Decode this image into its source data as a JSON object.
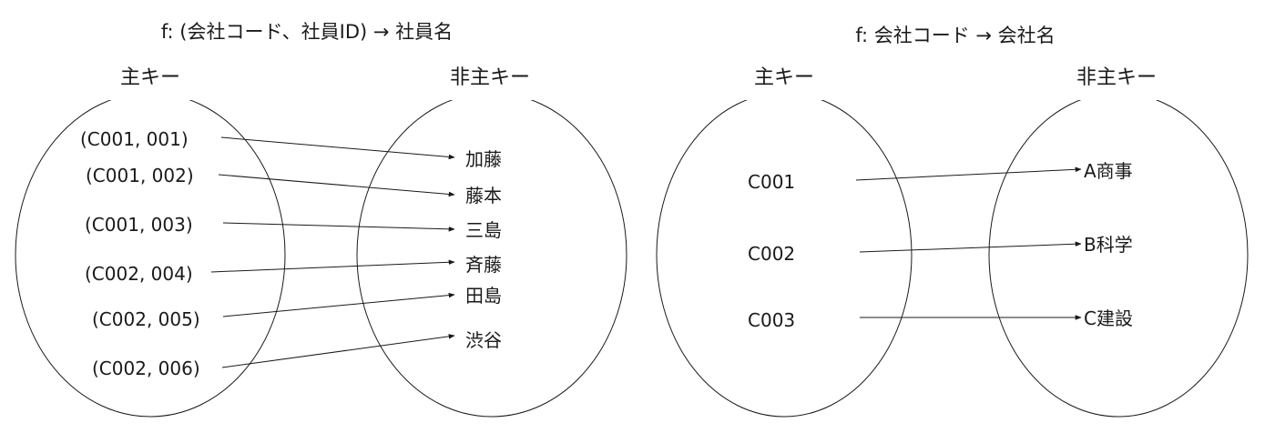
{
  "diagrams": [
    {
      "id": "employee",
      "title": "f: (会社コード、社員ID) → 社員名",
      "left_heading": "主キー",
      "right_heading": "非主キー",
      "keys": [
        "(C001, 001)",
        "(C001, 002)",
        "(C001, 003)",
        "(C002, 004)",
        "(C002, 005)",
        "(C002, 006)"
      ],
      "values": [
        "加藤",
        "藤本",
        "三島",
        "斉藤",
        "田島",
        "渋谷"
      ],
      "mappings": [
        {
          "from": "(C001, 001)",
          "to": "加藤"
        },
        {
          "from": "(C001, 002)",
          "to": "藤本"
        },
        {
          "from": "(C001, 003)",
          "to": "三島"
        },
        {
          "from": "(C002, 004)",
          "to": "斉藤"
        },
        {
          "from": "(C002, 005)",
          "to": "田島"
        },
        {
          "from": "(C002, 006)",
          "to": "渋谷"
        }
      ]
    },
    {
      "id": "company",
      "title": "f: 会社コード → 会社名",
      "left_heading": "主キー",
      "right_heading": "非主キー",
      "keys": [
        "C001",
        "C002",
        "C003"
      ],
      "values": [
        "A商事",
        "B科学",
        "C建設"
      ],
      "mappings": [
        {
          "from": "C001",
          "to": "A商事"
        },
        {
          "from": "C002",
          "to": "B科学"
        },
        {
          "from": "C003",
          "to": "C建設"
        }
      ]
    }
  ]
}
